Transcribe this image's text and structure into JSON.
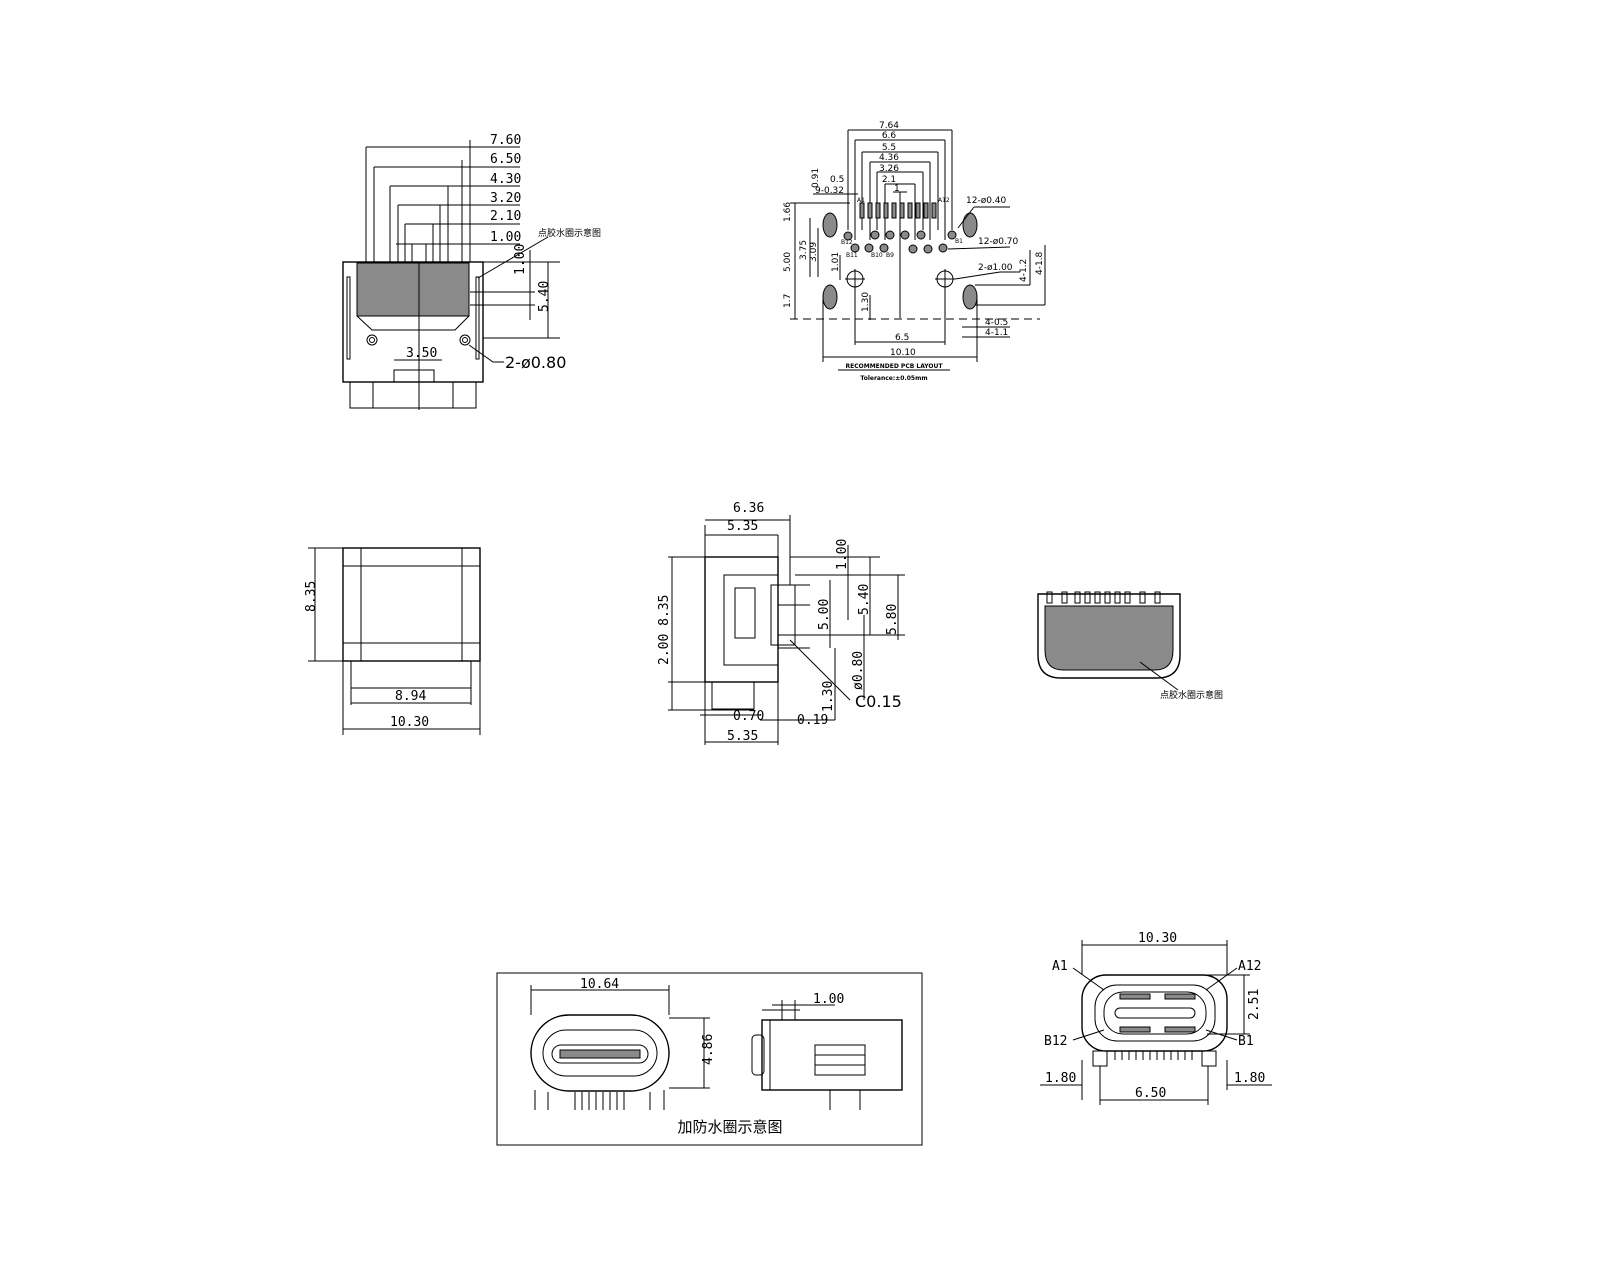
{
  "front_view": {
    "dims": [
      "7.60",
      "6.50",
      "4.30",
      "3.20",
      "2.10",
      "1.00"
    ],
    "dim_height_top": "1.00",
    "dim_height": "5.40",
    "dim_slot": "3.50",
    "holes": "2-ø0.80",
    "note": "点胶水圈示意图"
  },
  "pcb_layout": {
    "dims_top": [
      "7.64",
      "6.6",
      "5.5",
      "4.36",
      "3.26",
      "2.1",
      "1"
    ],
    "pitch": "0.5",
    "slot_width": "9-0.32",
    "d_091": "0.91",
    "d_166": "1.66",
    "d_375": "3.75",
    "d_309": "3.09",
    "d_500": "5.00",
    "d_101": "1.01",
    "d_17": "1.7",
    "d_130": "1.30",
    "pads_small": "12-ø0.40",
    "pads_large": "12-ø0.70",
    "holes": "2-ø1.00",
    "slot_12": "4-1.2",
    "slot_18": "4-1.8",
    "slot_05": "4-0.5",
    "slot_11": "4-1.1",
    "width_65": "6.5",
    "width_1010": "10.10",
    "pin_labels": [
      "A1",
      "A12",
      "B12",
      "B11",
      "B10",
      "B9",
      "B1"
    ],
    "title": "RECOMMENDED PCB LAYOUT",
    "tolerance": "Tolerance:±0.05mm"
  },
  "top_view": {
    "height": "8.35",
    "inner_width": "8.94",
    "width": "10.30"
  },
  "side_view": {
    "d_636": "6.36",
    "d_535_top": "5.35",
    "d_100": "1.00",
    "d_540": "5.40",
    "d_580": "5.80",
    "d_500": "5.00",
    "d_200_835": "2.00 8.35",
    "d_080": "ø0.80",
    "chamfer": "C0.15",
    "d_130": "1.30",
    "d_070": "0.70",
    "d_019": "0.19",
    "d_535_bottom": "5.35"
  },
  "glue_view": {
    "note": "点胶水圈示意图"
  },
  "waterproof_box": {
    "width": "10.64",
    "height": "4.86",
    "ring": "1.00",
    "caption": "加防水圈示意图"
  },
  "port_view": {
    "width": "10.30",
    "a1": "A1",
    "a12": "A12",
    "b12": "B12",
    "b1": "B1",
    "height": "2.51",
    "left": "1.80",
    "pitch": "6.50",
    "right": "1.80"
  }
}
